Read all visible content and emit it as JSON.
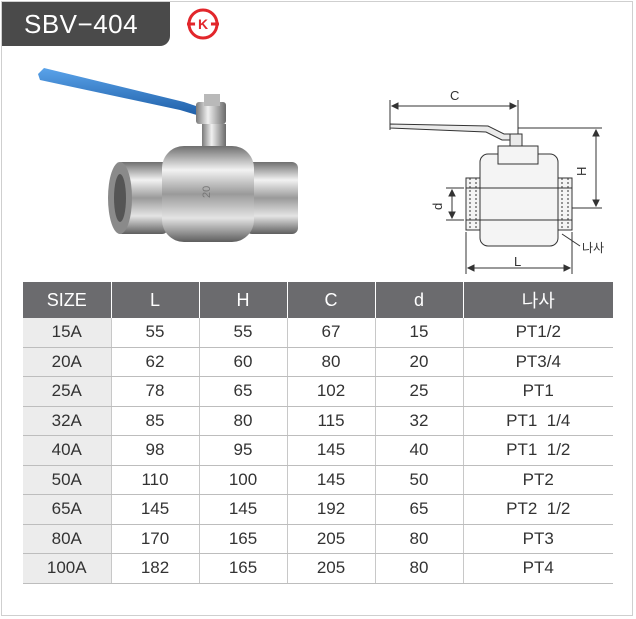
{
  "model": "SBV−404",
  "logo_letter": "K",
  "diagram_labels": {
    "c": "C",
    "h": "H",
    "d": "d",
    "l": "L",
    "thread": "나사"
  },
  "table": {
    "headers": [
      "SIZE",
      "L",
      "H",
      "C",
      "d",
      "나사"
    ],
    "rows": [
      [
        "15A",
        "55",
        "55",
        "67",
        "15",
        "PT1/2"
      ],
      [
        "20A",
        "62",
        "60",
        "80",
        "20",
        "PT3/4"
      ],
      [
        "25A",
        "78",
        "65",
        "102",
        "25",
        "PT1"
      ],
      [
        "32A",
        "85",
        "80",
        "115",
        "32",
        "PT1  1/4"
      ],
      [
        "40A",
        "98",
        "95",
        "145",
        "40",
        "PT1  1/2"
      ],
      [
        "50A",
        "110",
        "100",
        "145",
        "50",
        "PT2"
      ],
      [
        "65A",
        "145",
        "145",
        "192",
        "65",
        "PT2  1/2"
      ],
      [
        "80A",
        "170",
        "165",
        "205",
        "80",
        "PT3"
      ],
      [
        "100A",
        "182",
        "165",
        "205",
        "80",
        "PT4"
      ]
    ]
  },
  "colors": {
    "tab": "#4a4a4a",
    "header": "#6b6b6e",
    "logo": "#e2262b",
    "handle": "#2f7fd0"
  }
}
